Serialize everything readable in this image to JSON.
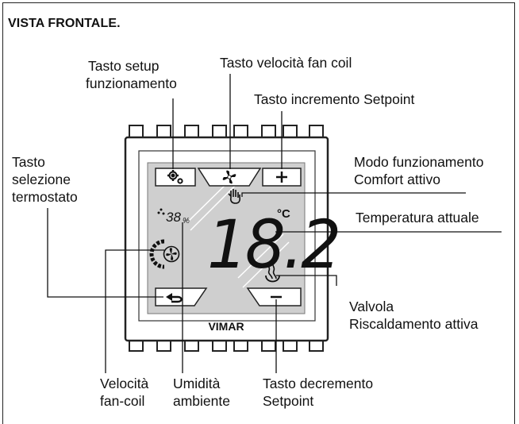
{
  "title": "VISTA FRONTALE.",
  "labels": {
    "setup_button": [
      "Tasto setup",
      "funzionamento"
    ],
    "fan_speed_button": "Tasto velocità fan coil",
    "setpoint_increment_button": "Tasto incremento Setpoint",
    "thermostat_select_button": [
      "Tasto",
      "selezione",
      "termostato"
    ],
    "comfort_mode": [
      "Modo funzionamento",
      "Comfort attivo"
    ],
    "current_temperature": "Temperatura attuale",
    "heating_valve": [
      "Valvola",
      "Riscaldamento attiva"
    ],
    "fan_coil_speed": [
      "Velocità",
      "fan-coil"
    ],
    "ambient_humidity": [
      "Umidità",
      "ambiente"
    ],
    "setpoint_decrement_button": [
      "Tasto decremento",
      "Setpoint"
    ]
  },
  "display": {
    "temperature": "18.2",
    "unit": "°C",
    "humidity": "38",
    "humidity_unit": "%"
  },
  "device": {
    "brand": "VIMAR"
  },
  "icons": [
    "gears-icon",
    "fan-icon",
    "plus-icon",
    "hand-comfort-icon",
    "fan-speed-icon",
    "heating-icon",
    "back-arrow-icon",
    "minus-icon"
  ]
}
